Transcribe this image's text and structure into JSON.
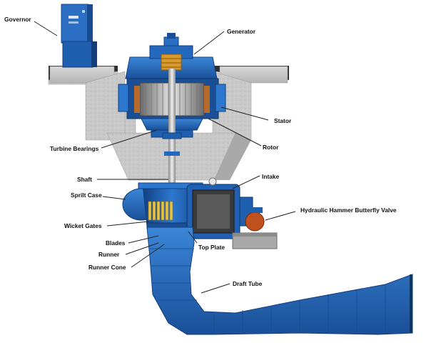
{
  "labels": {
    "governor": "Governor",
    "generator": "Generator",
    "stator": "Stator",
    "rotor": "Rotor",
    "turbine_bearings": "Turbine Bearings",
    "shaft": "Shaft",
    "intake": "Intake",
    "spiral_case": "Sprilt Case",
    "hydraulic_valve": "Hydraulic Hammer Butterfly Valve",
    "wicket_gates": "Wicket Gates",
    "blades": "Blades",
    "top_plate": "Top Plate",
    "runner": "Runner",
    "runner_cone": "Runner Cone",
    "draft_tube": "Draft Tube"
  },
  "colors": {
    "machine_blue": "#1f5fb0",
    "machine_blue_dark": "#123f80",
    "concrete": "#c8c8c8",
    "concrete_dark": "#3a3a3a",
    "copper": "#b86a2a",
    "brass": "#d99a2b",
    "valve_motor": "#c0501d"
  }
}
